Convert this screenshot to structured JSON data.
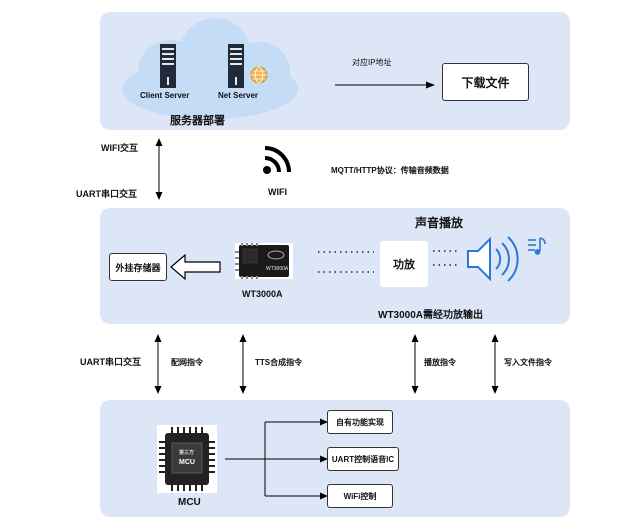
{
  "server_panel": {
    "client_server_label": "Client Server",
    "net_server_label": "Net Server",
    "title": "服务器部署",
    "arrow_label": "对应IP地址",
    "download_box": "下载文件"
  },
  "middle_links": {
    "wifi_exchange": "WIFI交互",
    "uart_exchange_top": "UART串口交互",
    "wifi_label": "WIFI",
    "protocol_label": "MQTT/HTTP协议：传输音频数据"
  },
  "module_panel": {
    "external_storage": "外挂存储器",
    "chip_name": "WT3000A",
    "chip_marking": "WT3000A",
    "amp_box": "功放",
    "sound_title": "声音播放",
    "output_label": "WT3000A需经功放输出"
  },
  "lower_links": {
    "uart_exchange_bottom": "UART串口交互",
    "pairing_cmd": "配网指令",
    "tts_cmd": "TTS合成指令",
    "play_cmd": "播放指令",
    "write_cmd": "写入文件指令"
  },
  "mcu_panel": {
    "chip_text_1": "第三方",
    "chip_text_2": "MCU",
    "mcu_label": "MCU",
    "func_1": "自有功能实现",
    "func_2": "UART控制语音IC",
    "func_3": "WiFi控制"
  },
  "colors": {
    "panel_bg": "#dde6f6",
    "cloud_fill": "#c4dcf6",
    "speaker_blue": "#2a79d6",
    "wifi_ring": "#e6a23c"
  }
}
